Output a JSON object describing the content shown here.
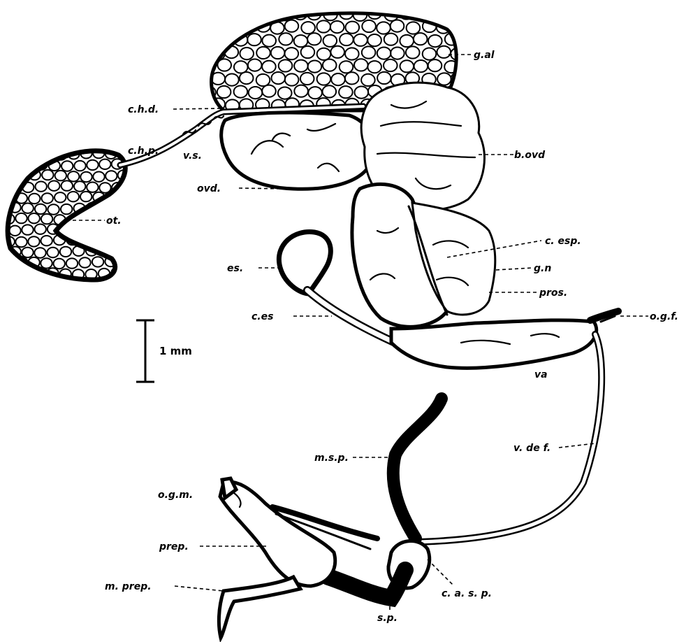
{
  "labels": {
    "g_al": "g.al",
    "c_h_d": "c.h.d.",
    "c_h_p": "c.h.p.",
    "v_s": "v.s.",
    "b_ovd": "b.ovd",
    "ovd": "ovd.",
    "ot": "ot.",
    "c_esp": "c. esp.",
    "g_n": "g.n",
    "es": "es.",
    "pros": "pros.",
    "c_es": "c.es",
    "o_g_f": "o.g.f.",
    "va": "va",
    "m_s_p": "m.s.p.",
    "v_de_f": "v. de f.",
    "o_g_m": "o.g.m.",
    "prep": "prep.",
    "m_prep": "m. prep.",
    "c_a_s_p": "c. a. s. p.",
    "s_p": "s.p."
  },
  "scale_bar": {
    "text": "1 mm"
  }
}
